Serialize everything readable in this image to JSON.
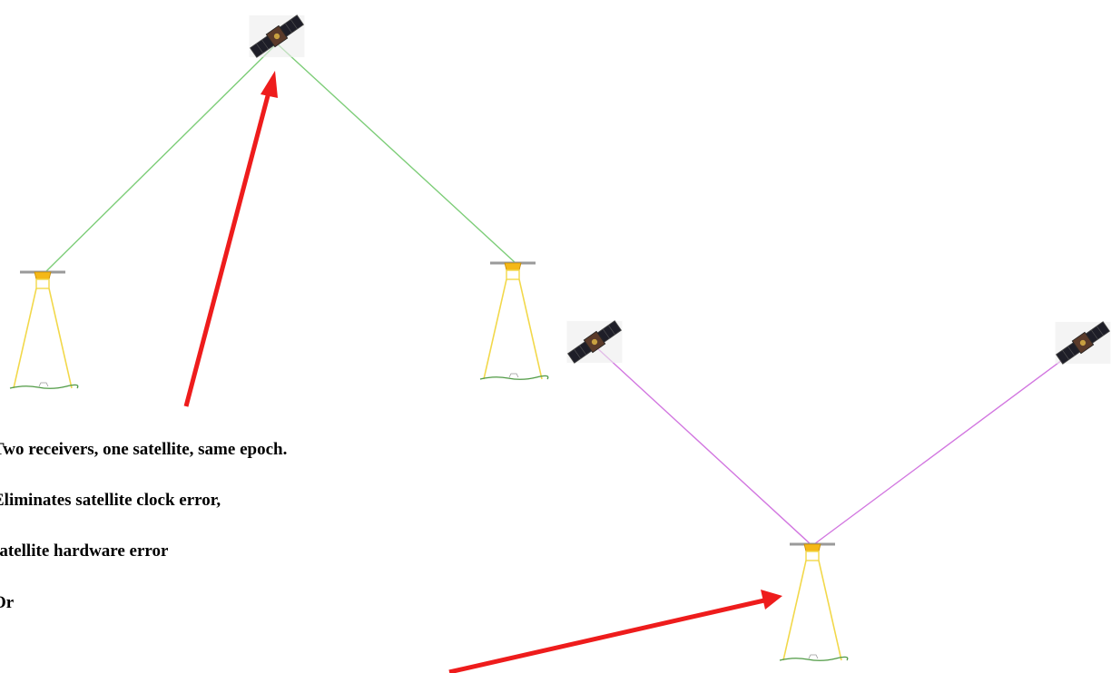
{
  "captions": {
    "line1": "Two receivers, one satellite, same epoch.",
    "line2": "Eliminates satellite clock error,",
    "line3": "satellite hardware error",
    "line4": "Or"
  },
  "colors": {
    "single_satellite_link": "#7dcd78",
    "single_receiver_link": "#d277e0",
    "arrow": "#ee1c1c",
    "tripod": "#f2d84a",
    "ground": "#4f9a44"
  },
  "icons": {
    "satellite": "satellite-icon",
    "receiver": "gnss-receiver-tripod-icon",
    "arrow": "red-arrow"
  }
}
